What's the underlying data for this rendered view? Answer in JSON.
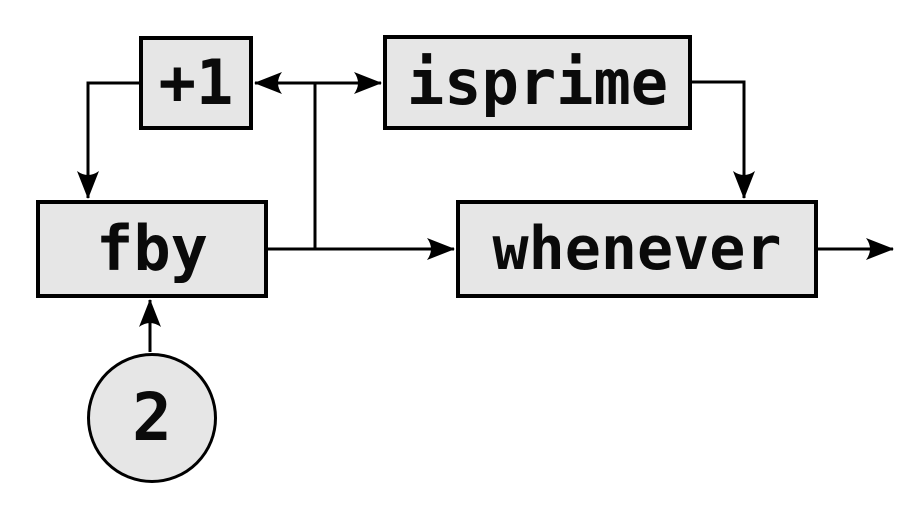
{
  "diagram": {
    "colors": {
      "background": "#ffffff",
      "node_fill": "#e6e6e6",
      "stroke": "#000000"
    },
    "nodes": {
      "plus1": {
        "label": "+1",
        "shape": "rect"
      },
      "isprime": {
        "label": "isprime",
        "shape": "rect"
      },
      "fby": {
        "label": "fby",
        "shape": "rect"
      },
      "whenever": {
        "label": "whenever",
        "shape": "rect"
      },
      "const2": {
        "label": "2",
        "shape": "circle"
      }
    },
    "edges": [
      {
        "from": "plus1",
        "to": "fby",
        "description": "feedback loop from +1 output into fby top"
      },
      {
        "from": "fby",
        "to": "whenever",
        "description": "fby output into whenever left input"
      },
      {
        "from": "fby",
        "to": "plus1",
        "description": "branch of fby output back into +1 right side"
      },
      {
        "from": "fby",
        "to": "isprime",
        "description": "branch of fby output into isprime left input"
      },
      {
        "from": "isprime",
        "to": "whenever",
        "description": "isprime output into whenever top input"
      },
      {
        "from": "const2",
        "to": "fby",
        "description": "constant 2 into fby bottom input"
      },
      {
        "from": "whenever",
        "to": "output",
        "description": "whenever output stream exits right"
      }
    ]
  }
}
